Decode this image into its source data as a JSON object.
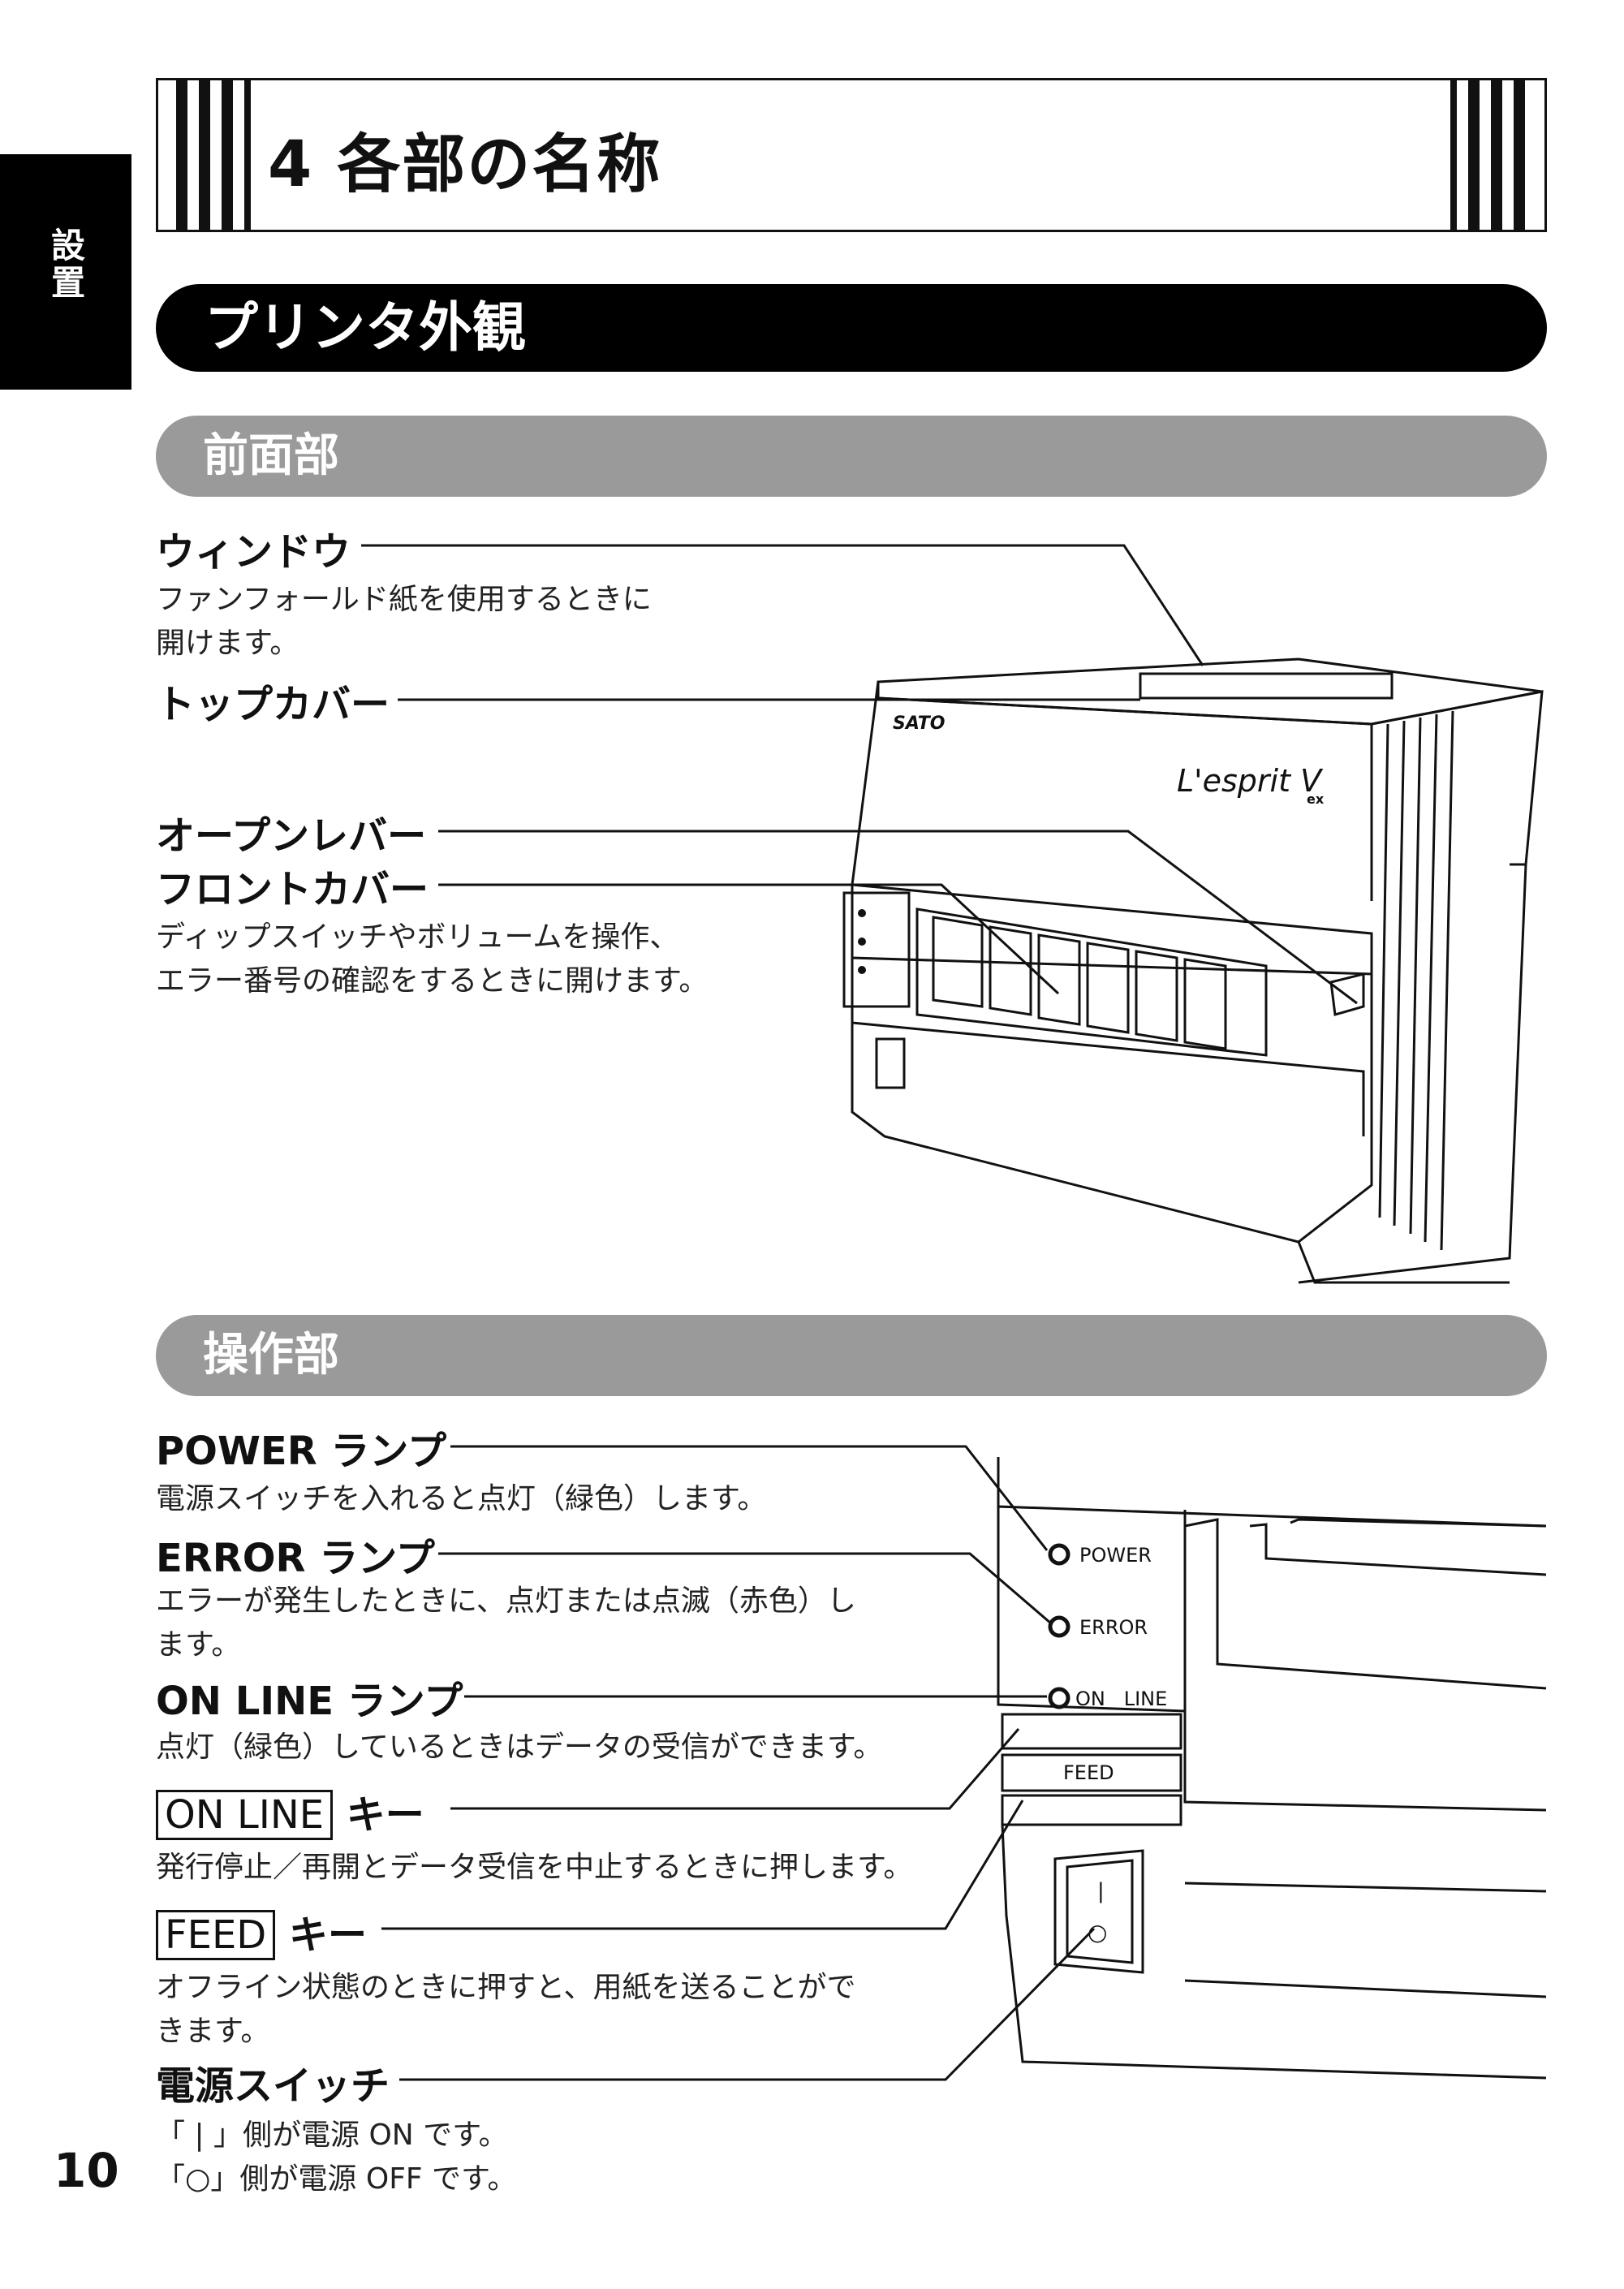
{
  "side_tab": "設置",
  "chapter_title": "4 各部の名称",
  "section_title": "プリンタ外観",
  "front": {
    "heading": "前面部",
    "window": {
      "label": "ウィンドウ",
      "desc1": "ファンフォールド紙を使用するときに",
      "desc2": "開けます。"
    },
    "top_cover": {
      "label": "トップカバー"
    },
    "open_lever": {
      "label": "オープンレバー"
    },
    "front_cover": {
      "label": "フロントカバー",
      "desc1": "ディップスイッチやボリュームを操作、",
      "desc2": "エラー番号の確認をするときに開けます。"
    },
    "brand": "SATO",
    "model": "L'esprit V",
    "model_suffix": "ex"
  },
  "panel": {
    "heading": "操作部",
    "power": {
      "label": "POWER ランプ",
      "desc1": "電源スイッチを入れると点灯（緑色）します。"
    },
    "error": {
      "label": "ERROR ランプ",
      "desc1": "エラーが発生したときに、点灯または点滅（赤色）し",
      "desc2": "ます。"
    },
    "online": {
      "label": "ON LINE ランプ",
      "desc1": "点灯（緑色）しているときはデータの受信ができます。"
    },
    "online_key": {
      "key": "ON LINE",
      "suffix": "キー",
      "desc1": "発行停止／再開とデータ受信を中止するときに押します。"
    },
    "feed_key": {
      "key": "FEED",
      "suffix": "キー",
      "desc1": "オフライン状態のときに押すと、用紙を送ることがで",
      "desc2": "きます。"
    },
    "power_switch": {
      "label": "電源スイッチ",
      "desc1": "「 | 」側が電源 ON です。",
      "desc2": "「○」側が電源 OFF です。"
    },
    "lamp_power": "POWER",
    "lamp_error": "ERROR",
    "lamp_online": "ON   LINE",
    "btn_feed": "FEED",
    "switch_on": "|",
    "switch_off": "○"
  },
  "page_number": "10"
}
